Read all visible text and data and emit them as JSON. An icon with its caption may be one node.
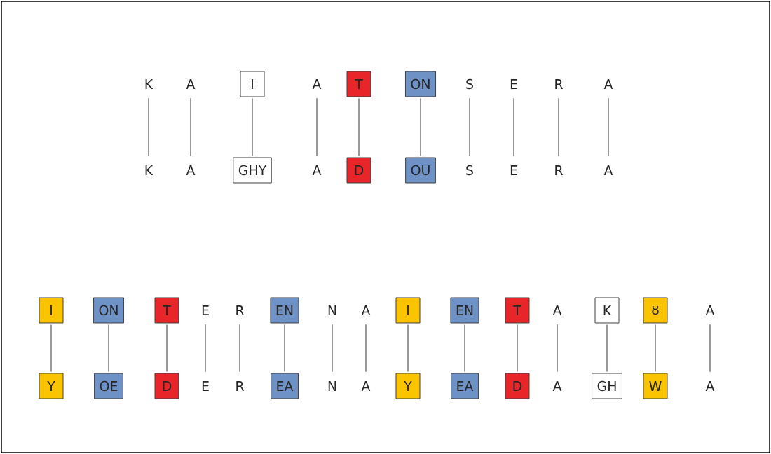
{
  "diagram": {
    "nodes": [
      {
        "text": [
          "K"
        ]
      },
      {
        "text": [
          "A"
        ]
      },
      {
        "text": [
          "I"
        ]
      },
      {
        "text": [
          "A"
        ]
      },
      {
        "text": [
          "T"
        ]
      },
      {
        "text": [
          "ON"
        ]
      },
      {
        "text": [
          "S"
        ]
      },
      {
        "text": [
          "E"
        ]
      },
      {
        "text": [
          "R"
        ]
      },
      {
        "text": [
          "A"
        ]
      },
      {
        "text": [
          "K"
        ]
      },
      {
        "text": [
          "A"
        ]
      },
      {
        "text": [
          "GHY"
        ]
      },
      {
        "text": [
          "A"
        ]
      },
      {
        "text": [
          "D"
        ]
      },
      {
        "text": [
          "OU"
        ]
      },
      {
        "text": [
          "S"
        ]
      },
      {
        "text": [
          "E"
        ]
      },
      {
        "text": [
          "R"
        ]
      },
      {
        "text": [
          "A"
        ]
      },
      {
        "text": [
          "I"
        ]
      },
      {
        "text": [
          "ON"
        ]
      },
      {
        "text": [
          "T"
        ]
      },
      {
        "text": [
          "E"
        ]
      },
      {
        "text": [
          "R"
        ]
      },
      {
        "text": [
          "EN"
        ]
      },
      {
        "text": [
          "N"
        ]
      },
      {
        "text": [
          "A"
        ]
      },
      {
        "text": [
          "I"
        ]
      },
      {
        "text": [
          "EN"
        ]
      },
      {
        "text": [
          "T"
        ]
      },
      {
        "text": [
          "A"
        ]
      },
      {
        "text": [
          "K"
        ]
      },
      {
        "text": [
          "ȣ"
        ]
      },
      {
        "text": [
          "A"
        ]
      },
      {
        "text": [
          "Y"
        ]
      },
      {
        "text": [
          "OE"
        ]
      },
      {
        "text": [
          "D"
        ]
      },
      {
        "text": [
          "E"
        ]
      },
      {
        "text": [
          "R"
        ]
      },
      {
        "text": [
          "EA"
        ]
      },
      {
        "text": [
          "N"
        ]
      },
      {
        "text": [
          "A"
        ]
      },
      {
        "text": [
          "Y"
        ]
      },
      {
        "text": [
          "EA"
        ]
      },
      {
        "text": [
          "D"
        ]
      },
      {
        "text": [
          "A"
        ]
      },
      {
        "text": [
          "GH"
        ]
      },
      {
        "text": [
          "W"
        ]
      },
      {
        "text": [
          "A"
        ]
      }
    ],
    "edges": [
      {
        "from": 0,
        "to": 10,
        "arrow": "none"
      },
      {
        "from": 1,
        "to": 11,
        "arrow": "none"
      },
      {
        "from": 2,
        "to": 12,
        "arrow": "none"
      },
      {
        "from": 3,
        "to": 13,
        "arrow": "none"
      },
      {
        "from": 4,
        "to": 14,
        "arrow": "none"
      },
      {
        "from": 5,
        "to": 15,
        "arrow": "none"
      },
      {
        "from": 6,
        "to": 16,
        "arrow": "none"
      },
      {
        "from": 7,
        "to": 17,
        "arrow": "none"
      },
      {
        "from": 8,
        "to": 18,
        "arrow": "none"
      },
      {
        "from": 9,
        "to": 19,
        "arrow": "none"
      },
      {
        "from": 20,
        "to": 35,
        "arrow": "none"
      },
      {
        "from": 21,
        "to": 36,
        "arrow": "none"
      },
      {
        "from": 22,
        "to": 37,
        "arrow": "none"
      },
      {
        "from": 23,
        "to": 38,
        "arrow": "none"
      },
      {
        "from": 24,
        "to": 39,
        "arrow": "none"
      },
      {
        "from": 25,
        "to": 40,
        "arrow": "none"
      },
      {
        "from": 26,
        "to": 41,
        "arrow": "none"
      },
      {
        "from": 27,
        "to": 42,
        "arrow": "none"
      },
      {
        "from": 28,
        "to": 43,
        "arrow": "none"
      },
      {
        "from": 29,
        "to": 44,
        "arrow": "none"
      },
      {
        "from": 30,
        "to": 45,
        "arrow": "none"
      },
      {
        "from": 31,
        "to": 46,
        "arrow": "none"
      },
      {
        "from": 32,
        "to": 47,
        "arrow": "none"
      },
      {
        "from": 33,
        "to": 48,
        "arrow": "none"
      },
      {
        "from": 34,
        "to": 49,
        "arrow": "none"
      }
    ]
  }
}
